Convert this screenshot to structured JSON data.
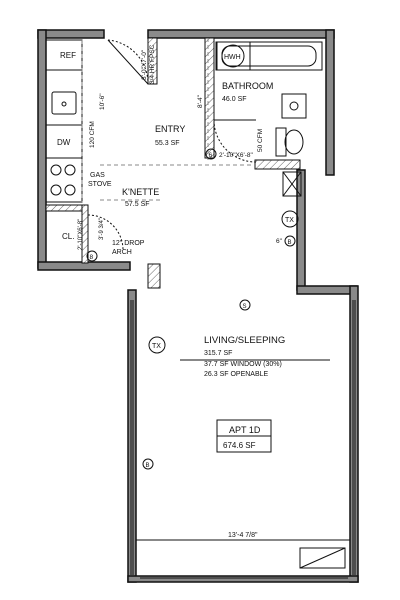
{
  "rooms": {
    "entry": {
      "name": "ENTRY",
      "area": "55.3 SF"
    },
    "bathroom": {
      "name": "BATHROOM",
      "area": "46.0 SF"
    },
    "knette": {
      "name": "K'NETTE",
      "area": "57.5 SF"
    },
    "living": {
      "name": "LIVING/SLEEPING",
      "area": "315.7 SF",
      "window": "37.7 SF WINDOW (30%)",
      "openable": "26.3 SF OPENABLE"
    },
    "closet": {
      "name": "CL."
    }
  },
  "apartment": {
    "label": "APT 1D",
    "area": "674.6 SF"
  },
  "fixtures": {
    "ref": "REF",
    "dw": "DW",
    "gas_stove_1": "GAS",
    "gas_stove_2": "STOVE",
    "hwh": "HWH",
    "tx": "TX",
    "b": "B",
    "s": "S",
    "door_tag": "6"
  },
  "annotations": {
    "entry_door_1": "3'-0\"X7'-0\"",
    "entry_door_2": "3/4 HR FPSC",
    "bath_door": "2'-10\"X6'-8\"",
    "closet_door": "2'-10\"X6'-8\"",
    "dim_8_4": "8'-4\"",
    "dim_10_6": "10'-6\"",
    "dim_3_9": "3'-9 3/4\"",
    "dim_width": "13'-4 7/8\"",
    "cfm_120": "120 CFM",
    "cfm_50": "50 CFM",
    "drop_arch_1": "12\" DROP",
    "drop_arch_2": "ARCH",
    "six_in": "6\"",
    "closet_tag": "8"
  },
  "colors": {
    "wall": "#8a8a8a",
    "line": "#111111",
    "paper": "#ffffff"
  }
}
